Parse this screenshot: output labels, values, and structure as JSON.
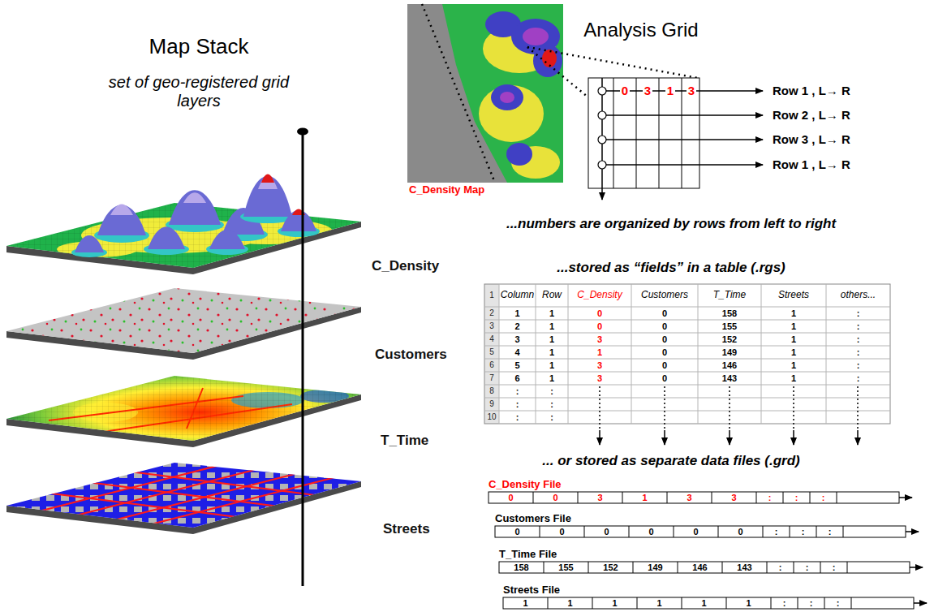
{
  "diagram": {
    "labels": [
      "Map Stack",
      "set of geo-registered grid layers",
      "C_Density",
      "Customers",
      "T_Time",
      "Streets",
      "Analysis Grid",
      "0",
      "3",
      "1",
      "3",
      "Row 1 , L→ R",
      "Row 2 , L→ R",
      "Row 3 , L→ R",
      "Row 1 , L→ R",
      "C_Density Map",
      "...numbers are organized by rows from left to right",
      "...stored as “fields” in a table (.rgs)",
      "1",
      "Column",
      "Row",
      "C_Density",
      "Customers",
      "T_Time",
      "Streets",
      "others...",
      "2",
      "1",
      "1",
      "0",
      "0",
      "158",
      "1",
      ":",
      "3",
      "2",
      "1",
      "0",
      "0",
      "155",
      "1",
      ":",
      "4",
      "3",
      "1",
      "3",
      "0",
      "152",
      "1",
      ":",
      "5",
      "4",
      "1",
      "1",
      "0",
      "149",
      "1",
      ":",
      "6",
      "5",
      "1",
      "3",
      "0",
      "146",
      "1",
      ":",
      "7",
      "6",
      "1",
      "3",
      "0",
      "143",
      "1",
      ":",
      "8",
      ":",
      ":",
      "9",
      ":",
      ":",
      "10",
      ":",
      ":",
      "... or stored as separate data files (.grd)",
      "C_Density File",
      "0",
      "0",
      "3",
      "1",
      "3",
      "3",
      ":",
      ":",
      ":",
      "Customers File",
      "0",
      "0",
      "0",
      "0",
      "0",
      "0",
      ":",
      ":",
      ":",
      "T_Time File",
      "158",
      "155",
      "152",
      "149",
      "146",
      "143",
      ":",
      ":",
      ":",
      "Streets File",
      "1",
      "1",
      "1",
      "1",
      "1",
      "1",
      ":",
      ":",
      ":"
    ]
  }
}
